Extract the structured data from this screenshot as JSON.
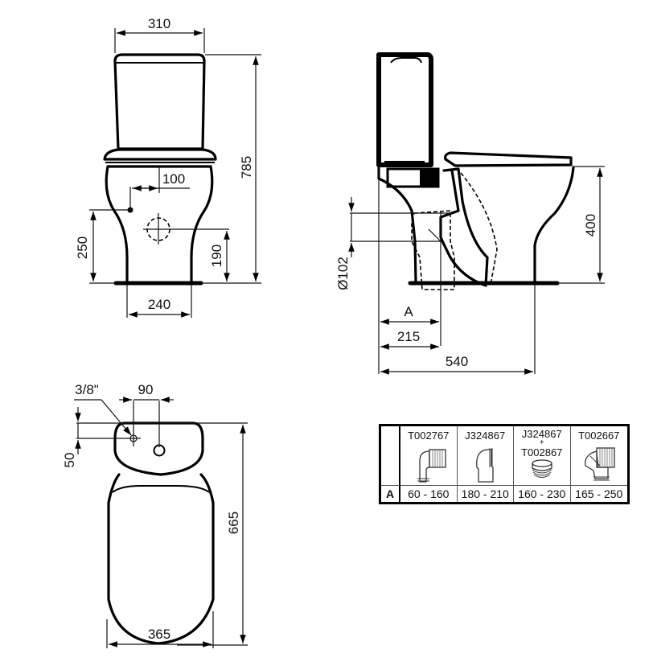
{
  "front_view": {
    "dimensions": {
      "cistern_width": "310",
      "total_height": "785",
      "inlet_offset": "100",
      "inlet_height": "250",
      "outlet_height": "190",
      "base_width": "240"
    }
  },
  "side_view": {
    "dimensions": {
      "outlet_diameter": "Ø102",
      "seat_height": "400",
      "outlet_distance_label": "A",
      "outlet_distance": "215",
      "total_depth": "540"
    }
  },
  "top_view": {
    "dimensions": {
      "inlet_thread": "3/8\"",
      "inlet_offset": "90",
      "inlet_depth": "50",
      "total_length": "665",
      "total_width": "365"
    }
  },
  "adapter_table": {
    "row_label": "A",
    "columns": [
      {
        "code": "T002767",
        "code2": "",
        "icon": "elbow-pan-connector-icon",
        "range": "60 - 160"
      },
      {
        "code": "J324867",
        "code2": "",
        "icon": "offset-pan-connector-icon",
        "range": "180 - 210"
      },
      {
        "code": "J324867",
        "plus": "+",
        "code2": "T002867",
        "icon": "floor-flange-connector-icon",
        "range": "160 - 230"
      },
      {
        "code": "T002667",
        "code2": "",
        "icon": "swivel-elbow-connector-icon",
        "range": "165 - 250"
      }
    ]
  }
}
